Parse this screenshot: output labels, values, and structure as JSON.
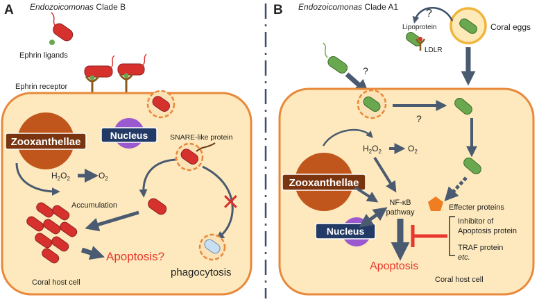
{
  "colors": {
    "cell_fill": "#fde9bd",
    "cell_border": "#e8883a",
    "bacteria_b": "#d6312d",
    "bacteria_a1": "#6aa84f",
    "zoox": "#c0561c",
    "nucleus_label_bg": "#233a66",
    "nucleus_circle": "#9b59d0",
    "arrow": "#4a5a70",
    "red": "#e8382d",
    "egg": "#f5c54e"
  },
  "panel_a": {
    "letter": "A",
    "organism_italic": "Endozoicomonas",
    "organism_clade": " Clade B",
    "ephrin_ligands": "Ephrin ligands",
    "ephrin_receptor": "Ephrin receptor",
    "zooxanthellae": "Zooxanthellae",
    "nucleus": "Nucleus",
    "snare": "SNARE-like protein",
    "h2o2_h": "H",
    "h2o2_sub1": "2",
    "h2o2_o": "O",
    "h2o2_sub2": "2",
    "o2_o": "O",
    "o2_sub": "2",
    "accumulation": "Accumulation",
    "apoptosis": "Apoptosis?",
    "phagocytosis": "phagocytosis",
    "cell_label": "Coral host cell"
  },
  "panel_b": {
    "letter": "B",
    "organism_italic": "Endozoicomonas",
    "organism_clade": " Clade A1",
    "question": "?",
    "lipoprotein": "Lipoprotein",
    "ldlr": "LDLR",
    "coral_eggs": "Coral eggs",
    "zooxanthellae": "Zooxanthellae",
    "nucleus": "Nucleus",
    "h2o2_h": "H",
    "h2o2_sub1": "2",
    "h2o2_o": "O",
    "h2o2_sub2": "2",
    "o2_o": "O",
    "o2_sub": "2",
    "nfkb_line1": "NF-κB",
    "nfkb_line2": "pathway",
    "effecter": "Effecter proteins",
    "inhibitor_line1": "Inhibitor of",
    "inhibitor_line2": "Apoptosis protein",
    "traf": "TRAF protein",
    "etc": "etc.",
    "apoptosis": "Apoptosis",
    "cell_label": "Coral host cell"
  }
}
